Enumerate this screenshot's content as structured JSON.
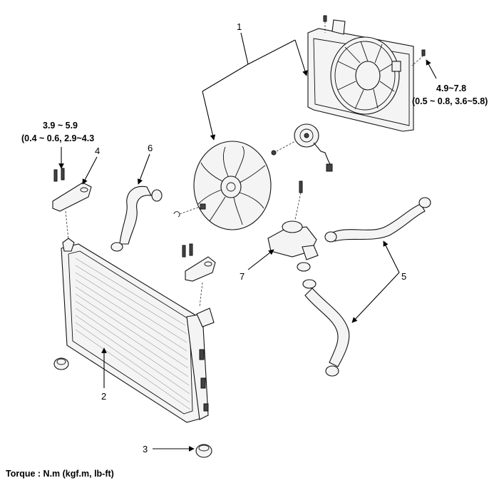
{
  "callouts": {
    "c1": "1",
    "c2": "2",
    "c3": "3",
    "c4": "4",
    "c5": "5",
    "c6": "6",
    "c7": "7"
  },
  "torque_specs": {
    "top_right_line1": "4.9~7.8",
    "top_right_line2": "(0.5 ~ 0.8, 3.6~5.8)",
    "left_line1": "3.9 ~ 5.9",
    "left_line2": "(0.4 ~ 0.6, 2.9~4.3"
  },
  "footer": {
    "torque_unit": "Torque : N.m (kgf.m, lb-ft)"
  }
}
